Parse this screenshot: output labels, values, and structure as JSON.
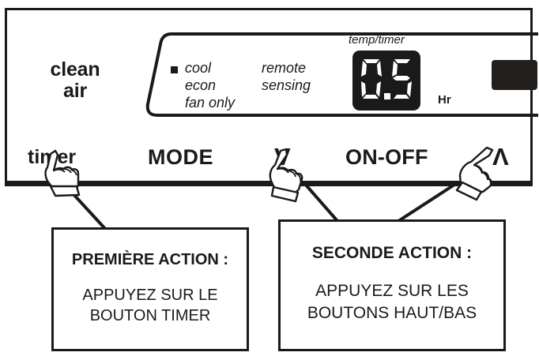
{
  "panel": {
    "brand": {
      "line1": "clean",
      "line2": "air"
    },
    "modes": {
      "selected_marker": "square-bullet",
      "items": [
        "cool",
        "econ",
        "fan only"
      ]
    },
    "remote_sensing": {
      "line1": "remote",
      "line2": "sensing"
    },
    "display": {
      "caption": "temp/timer",
      "value": "0.5",
      "unit": "Hr",
      "background_color": "#1a1a1a",
      "segment_color": "#ffffff"
    },
    "ir_receiver": {
      "color": "#221f1c"
    },
    "buttons": [
      {
        "id": "timer",
        "label": "timer"
      },
      {
        "id": "mode",
        "label": "MODE"
      },
      {
        "id": "down",
        "label": "V"
      },
      {
        "id": "onoff",
        "label": "ON-OFF"
      },
      {
        "id": "up",
        "label": "Λ"
      }
    ]
  },
  "callouts": [
    {
      "id": "first-action",
      "title": "PREMIÈRE ACTION :",
      "body_line1": "APPUYEZ SUR LE",
      "body_line2": "BOUTON TIMER"
    },
    {
      "id": "second-action",
      "title": "SECONDE ACTION :",
      "body_line1": "APPUYEZ SUR LES",
      "body_line2": "BOUTONS HAUT/BAS"
    }
  ],
  "pointers": [
    {
      "id": "pointer-timer",
      "target": "timer"
    },
    {
      "id": "pointer-down",
      "target": "down"
    },
    {
      "id": "pointer-up",
      "target": "up"
    }
  ],
  "colors": {
    "ink": "#1a1a1a",
    "paper": "#ffffff"
  }
}
